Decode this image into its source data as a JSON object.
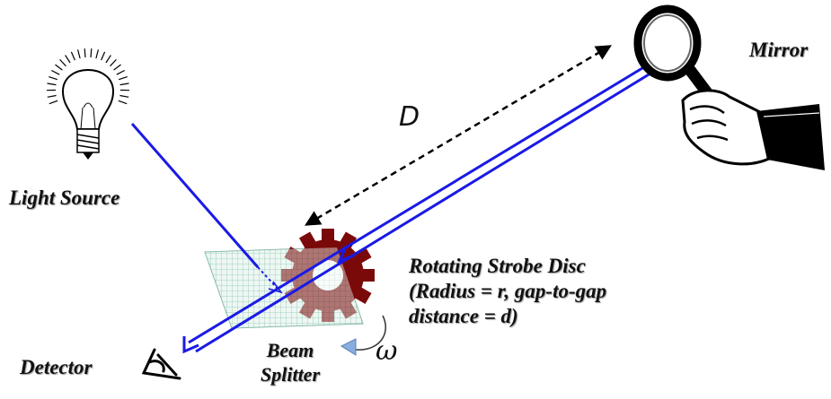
{
  "labels": {
    "mirror": "Mirror",
    "light_source": "Light Source",
    "detector": "Detector",
    "beam_splitter_line1": "Beam",
    "beam_splitter_line2": "Splitter",
    "disc_line1": "Rotating Strobe Disc",
    "disc_line2": "(Radius = r, gap-to-gap",
    "disc_line3": "distance = d)",
    "distance_symbol": "D",
    "angular_velocity_symbol": "ω"
  },
  "colors": {
    "beam": "#1a1ae6",
    "strobe_disc": "#7a0a0a",
    "beam_splitter_grid": "#8fc7b4",
    "omega_arrowhead": "#88aee0"
  },
  "icons": [
    "light-bulb-icon",
    "magnifying-glass-mirror-icon",
    "detector-eye-icon",
    "gear-strobe-disc-icon"
  ]
}
